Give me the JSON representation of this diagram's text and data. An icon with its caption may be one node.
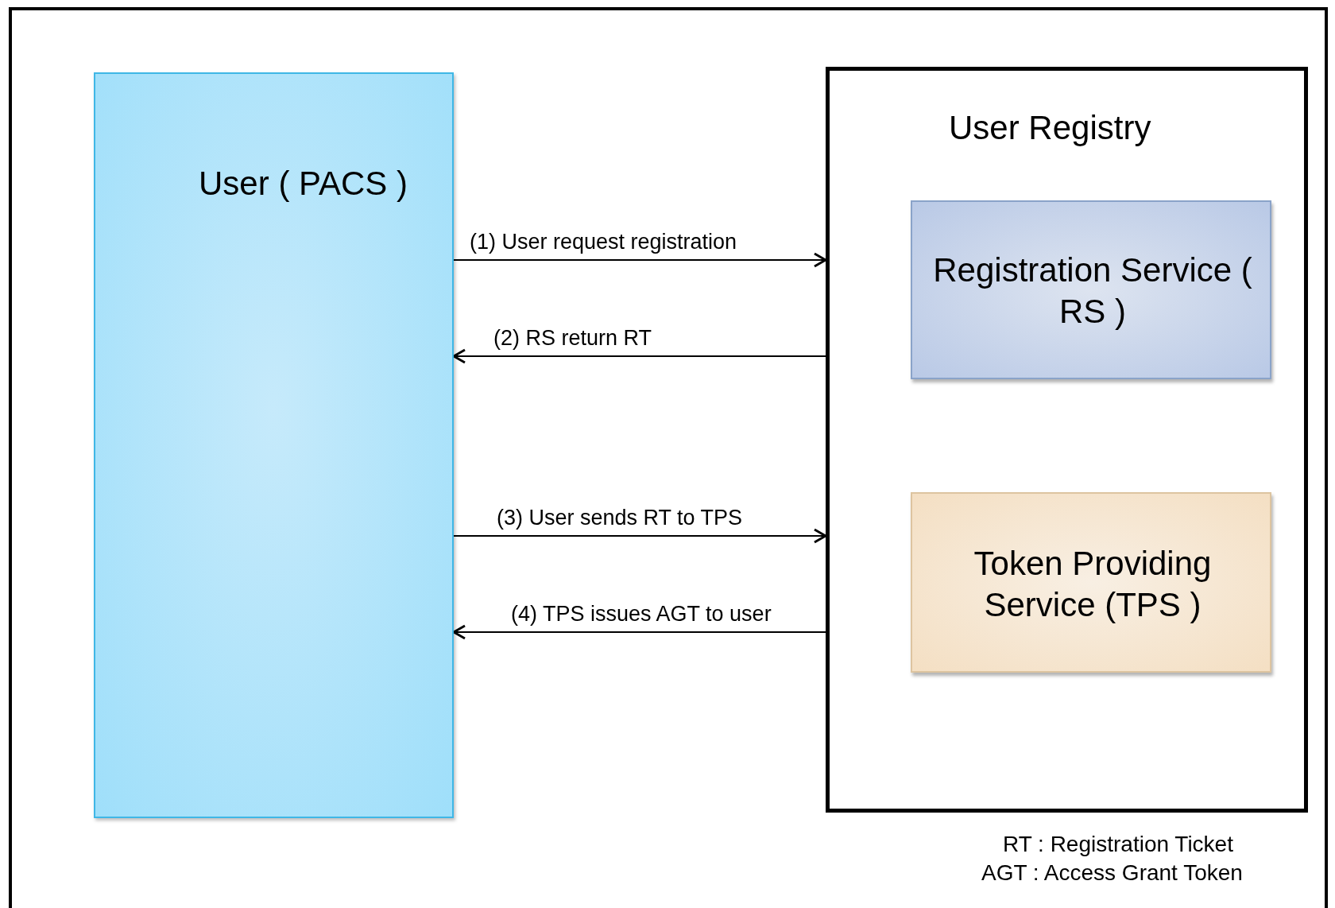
{
  "diagram": {
    "nodes": [
      {
        "text": [
          "User ( PACS )"
        ]
      },
      {
        "text": [
          "User Registry"
        ]
      },
      {
        "text": [
          "Registration Service ( RS )"
        ],
        "in": 1
      },
      {
        "text": [
          "Token Providing Service (TPS )"
        ],
        "in": 1
      }
    ],
    "edges": [
      {
        "from": 0,
        "to": 1,
        "arrow": "to",
        "label": "(1) User request registration"
      },
      {
        "from": 1,
        "to": 0,
        "arrow": "to",
        "label": "(2) RS return RT"
      },
      {
        "from": 0,
        "to": 1,
        "arrow": "to",
        "label": "(3) User sends RT to TPS"
      },
      {
        "from": 1,
        "to": 0,
        "arrow": "to",
        "label": "(4) TPS issues AGT to user"
      }
    ],
    "labels": [
      "RT : Registration Ticket",
      "AGT : Access Grant Token"
    ]
  }
}
